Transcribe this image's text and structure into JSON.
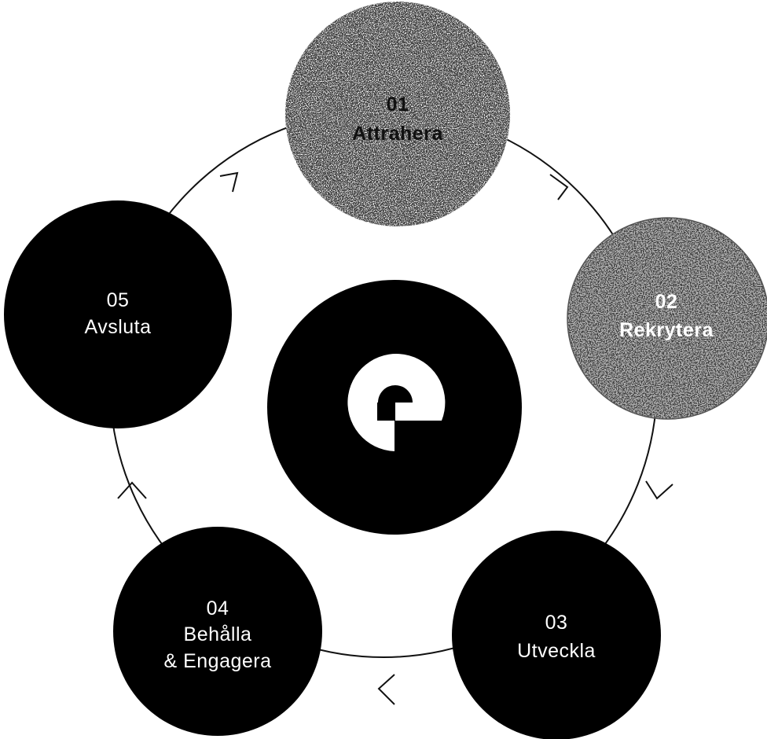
{
  "colors": {
    "dark": "#000000",
    "light": "#ffffff",
    "stipple_light": "#d9d9d9",
    "stipple_grey": "#8c8c8c"
  },
  "center": {
    "icon": "e-logo-icon"
  },
  "stages": [
    {
      "number": "01",
      "label_lines": [
        "Attrahera"
      ],
      "style": "light-stipple"
    },
    {
      "number": "02",
      "label_lines": [
        "Rekrytera"
      ],
      "style": "grey-stipple"
    },
    {
      "number": "03",
      "label_lines": [
        "Utveckla"
      ],
      "style": "dark"
    },
    {
      "number": "04",
      "label_lines": [
        "Behålla",
        "& Engagera"
      ],
      "style": "dark"
    },
    {
      "number": "05",
      "label_lines": [
        "Avsluta"
      ],
      "style": "dark"
    }
  ]
}
